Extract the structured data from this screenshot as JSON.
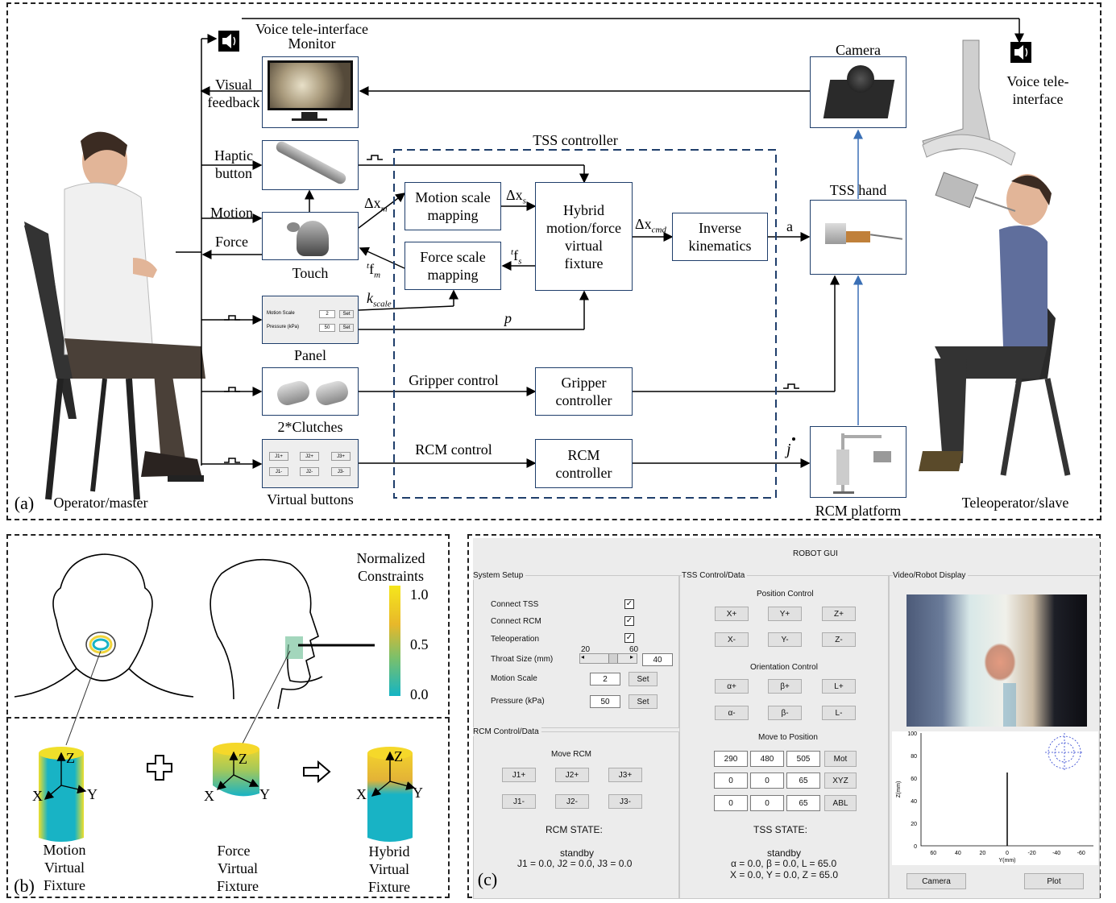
{
  "panel_a": {
    "label": "(a)",
    "operator": "Operator/master",
    "teleoperator": "Teleoperator/slave",
    "voice_left": "Voice tele-interface",
    "monitor": "Monitor",
    "visual_feedback": [
      "Visual",
      "feedback"
    ],
    "haptic_button": [
      "Haptic",
      "button"
    ],
    "motion": "Motion",
    "force": "Force",
    "touch": "Touch",
    "panel": "Panel",
    "clutches": "2*Clutches",
    "virtual_buttons": "Virtual buttons",
    "camera": "Camera",
    "voice_right": [
      "Voice tele-",
      "interface"
    ],
    "tss_hand": "TSS hand",
    "rcm_platform": "RCM platform",
    "tss_controller": "TSS controller",
    "motion_scale_mapping": [
      "Motion scale",
      "mapping"
    ],
    "force_scale_mapping": [
      "Force scale",
      "mapping"
    ],
    "hybrid": [
      "Hybrid",
      "motion/force",
      "virtual",
      "fixture"
    ],
    "inverse_kinematics": [
      "Inverse",
      "kinematics"
    ],
    "gripper_controller": [
      "Gripper",
      "controller"
    ],
    "rcm_controller": [
      "RCM",
      "controller"
    ],
    "gripper_control": "Gripper control",
    "rcm_control": "RCM control",
    "sym_dxm": "Δx",
    "sym_dxm_sub": "m",
    "sym_dxs": "Δx",
    "sym_dxs_sub": "s",
    "sym_dxcmd": "Δx",
    "sym_dxcmd_sub": "cmd",
    "sym_fs": "f",
    "sym_fs_sup": "t",
    "sym_fs_sub": "s",
    "sym_fm": "f",
    "sym_fm_sup": "t",
    "sym_fm_sub": "m",
    "sym_kscale": "k",
    "sym_kscale_sub": "scale",
    "sym_p": "p",
    "sym_a": "a",
    "sym_j": "j",
    "mini_panel": {
      "motion_scale": "Motion Scale",
      "pressure": "Pressure (kPa)",
      "motion_val": "2",
      "pressure_val": "50",
      "set": "Set"
    },
    "mini_buttons": [
      "J1+",
      "J2+",
      "J3+",
      "J1-",
      "J2-",
      "J3-"
    ]
  },
  "panel_b": {
    "label": "(b)",
    "colorbar_title": [
      "Normalized",
      "Constraints"
    ],
    "colorbar_ticks": [
      "1.0",
      "0.5",
      "0.0"
    ],
    "fixtures": [
      {
        "lines": [
          "Motion",
          "Virtual",
          "Fixture"
        ]
      },
      {
        "lines": [
          "Force",
          "Virtual",
          "Fixture"
        ]
      },
      {
        "lines": [
          "Hybrid",
          "Virtual",
          "Fixture"
        ]
      }
    ],
    "axes": {
      "x": "X",
      "y": "Y",
      "z": "Z"
    }
  },
  "panel_c": {
    "label": "(c)",
    "title": "ROBOT GUI",
    "system_setup": {
      "heading": "System Setup",
      "connect_tss": "Connect TSS",
      "connect_rcm": "Connect RCM",
      "teleoperation": "Teleoperation",
      "throat_size": "Throat Size (mm)",
      "slider_min": "20",
      "slider_max": "60",
      "throat_value": "40",
      "motion_scale": "Motion Scale",
      "motion_value": "2",
      "pressure": "Pressure (kPa)",
      "pressure_value": "50",
      "set": "Set",
      "check": "✓"
    },
    "rcm": {
      "heading": "RCM Control/Data",
      "move_rcm": "Move RCM",
      "buttons": [
        "J1+",
        "J2+",
        "J3+",
        "J1-",
        "J2-",
        "J3-"
      ],
      "state_title": "RCM STATE:",
      "state": "standby",
      "values": "J1 = 0.0, J2 = 0.0, J3 = 0.0"
    },
    "tss": {
      "heading": "TSS Control/Data",
      "position_control": "Position Control",
      "pos_buttons": [
        "X+",
        "Y+",
        "Z+",
        "X-",
        "Y-",
        "Z-"
      ],
      "orientation_control": "Orientation Control",
      "ori_buttons": [
        "α+",
        "β+",
        "L+",
        "α-",
        "β-",
        "L-"
      ],
      "move_to_position": "Move to Position",
      "rows": [
        {
          "vals": [
            "290",
            "480",
            "505"
          ],
          "btn": "Mot"
        },
        {
          "vals": [
            "0",
            "0",
            "65"
          ],
          "btn": "XYZ"
        },
        {
          "vals": [
            "0",
            "0",
            "65"
          ],
          "btn": "ABL"
        }
      ],
      "state_title": "TSS STATE:",
      "state": "standby",
      "values1": "α = 0.0, β = 0.0, L = 65.0",
      "values2": "X = 0.0, Y = 0.0, Z = 65.0"
    },
    "display": {
      "heading": "Video/Robot Display",
      "camera_button": "Camera",
      "plot_button": "Plot",
      "xlabel": "Y(mm)",
      "ylabel": "Z(mm)"
    }
  },
  "chart_data": {
    "type": "line",
    "xlabel": "Y(mm)",
    "ylabel": "Z(mm)",
    "xticks": [
      "60",
      "40",
      "20",
      "0",
      "-20",
      "-40",
      "-60"
    ],
    "yticks": [
      "0",
      "20",
      "40",
      "60",
      "80",
      "100"
    ],
    "xlim": [
      70,
      -70
    ],
    "ylim": [
      0,
      100
    ],
    "series": [
      {
        "x": [
          0,
          0
        ],
        "y": [
          0,
          65
        ]
      }
    ]
  }
}
